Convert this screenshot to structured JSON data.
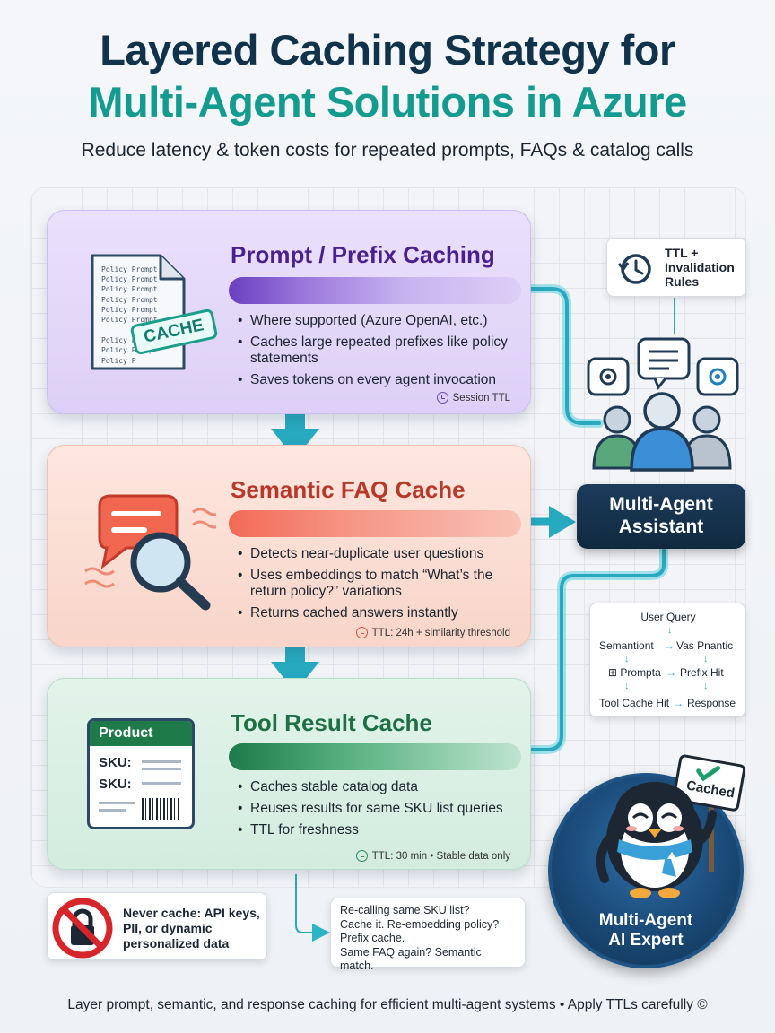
{
  "header": {
    "title_line1": "Layered Caching Strategy for",
    "title_line2": "Multi-Agent Solutions in Azure",
    "subtitle": "Reduce latency & token costs for repeated prompts, FAQs & catalog calls"
  },
  "colors": {
    "navy": "#10324a",
    "teal": "#149b8f",
    "prompt_accent": "#5b2fa6",
    "semantic_accent": "#c0392b",
    "tool_accent": "#1f7a4a",
    "connector": "#2bb3c6"
  },
  "cards": {
    "prompt": {
      "title": "Prompt / Prefix Caching",
      "doc_lines": [
        "Policy Prompt",
        "Policy Prompt",
        "Policy Prompt",
        "Policy Prompt",
        "Policy Prompt",
        "Policy Prompt",
        "Policy Prompt",
        "Policy Prompt",
        "Policy P"
      ],
      "stamp": "CACHE",
      "bullets": [
        "Where supported (Azure OpenAI, etc.)",
        "Caches large repeated prefixes like policy statements",
        "Saves tokens on every agent invocation"
      ],
      "ttl": "Session TTL",
      "icon": "document-icon"
    },
    "semantic": {
      "title": "Semantic FAQ Cache",
      "bullets": [
        "Detects near-duplicate user questions",
        "Uses embeddings to match “What’s the return policy?” variations",
        "Returns cached answers instantly"
      ],
      "ttl": "TTL: 24h + similarity threshold",
      "icon": "chat-magnifier-icon"
    },
    "tool": {
      "title": "Tool Result Cache",
      "product_header": "Product",
      "sku_labels": [
        "SKU:",
        "SKU:"
      ],
      "bullets": [
        "Caches stable catalog data",
        "Reuses results for same SKU list queries",
        "TTL for freshness"
      ],
      "ttl": "TTL: 30 min • Stable data only",
      "icon": "product-card-icon"
    }
  },
  "ttl_box": {
    "line1": "TTL +",
    "line2": "Invalidation",
    "line3": "Rules"
  },
  "assistant": {
    "line1": "Multi-Agent",
    "line2": "Assistant"
  },
  "flow": {
    "title": "User Query",
    "row1_left": "Semantiont",
    "row1_right": "Vas Pnantic",
    "row2_left": "Prompta",
    "row2_right": "Prefix Hit",
    "row3_left": "Tool Cache Hit",
    "row3_right": "Response"
  },
  "never_cache": "Never cache: API keys, PII, or dynamic personalized data",
  "tips": [
    "Re-calling same SKU list?",
    "Cache it. Re-embedding policy?",
    "Prefix cache.",
    "Same FAQ again? Semantic match."
  ],
  "mascot": {
    "sign": "Cached",
    "label_line1": "Multi-Agent",
    "label_line2": "AI Expert"
  },
  "footer": "Layer prompt, semantic, and response caching for efficient multi-agent systems  •  Apply TTLs carefully   ©"
}
